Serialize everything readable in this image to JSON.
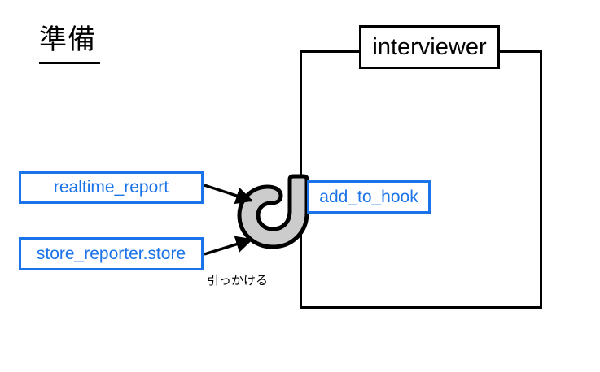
{
  "slide": {
    "title": "準備",
    "background_color": "#ffffff"
  },
  "colors": {
    "node_border": "#1a73e8",
    "node_text": "#1a73e8",
    "scope_border": "#000000",
    "hook_fill": "#cccccc",
    "hook_stroke": "#000000",
    "text": "#000000"
  },
  "scope": {
    "label": "interviewer",
    "contains": [
      "add_to_hook"
    ]
  },
  "nodes": [
    {
      "id": "realtime_report",
      "label": "realtime_report"
    },
    {
      "id": "store_reporter_store",
      "label": "store_reporter.store"
    },
    {
      "id": "add_to_hook",
      "label": "add_to_hook"
    }
  ],
  "annotations": {
    "hook_caption": "引っかける"
  },
  "edges": [
    {
      "from": "realtime_report",
      "to": "hook",
      "style": "arrow"
    },
    {
      "from": "store_reporter.store",
      "to": "hook",
      "style": "arrow"
    }
  ]
}
